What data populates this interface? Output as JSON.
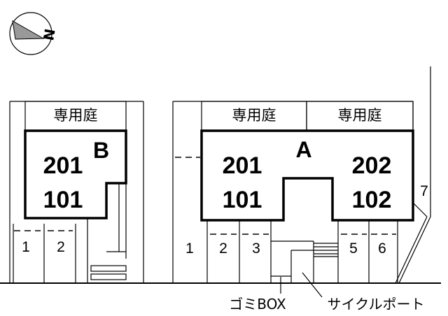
{
  "compass": {
    "label": "N",
    "icon": "north-arrow-icon"
  },
  "building_b": {
    "name": "B",
    "garden_label": "専用庭",
    "units": [
      "201",
      "101"
    ],
    "parking": [
      "1",
      "2"
    ]
  },
  "building_a": {
    "name": "A",
    "garden_labels": [
      "専用庭",
      "専用庭"
    ],
    "units_left": [
      "201",
      "101"
    ],
    "units_right": [
      "202",
      "102"
    ],
    "parking": [
      "1",
      "2",
      "3",
      "5",
      "6",
      "7"
    ]
  },
  "labels": {
    "garbage_box": "ゴミBOX",
    "cycle_port": "サイクルポート"
  }
}
